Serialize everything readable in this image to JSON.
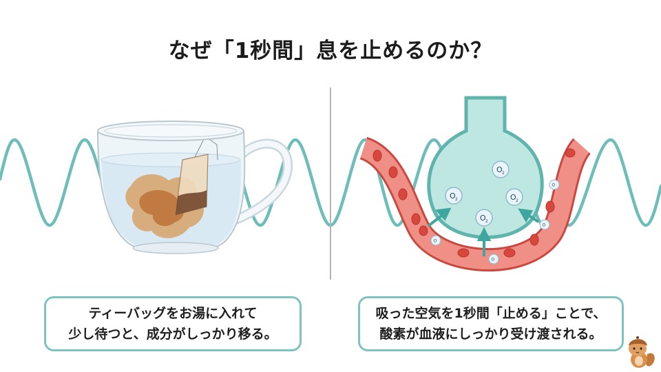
{
  "title": "なぜ「1秒間」息を止めるのか？",
  "colors": {
    "wave": "#6dbdb8",
    "divider": "#b5b5b5",
    "caption_border": "#7ec3c0",
    "alveolus_fill": "#bfe7e2",
    "alveolus_stroke": "#5fb5ad",
    "vessel": "#e0675f",
    "tea": "#c9813c"
  },
  "left_panel": {
    "illustration": "glass-teacup-with-teabag",
    "caption_lines": [
      "ティーバッグをお湯に入れて",
      "少し待つと、成分がしっかり移る。"
    ]
  },
  "right_panel": {
    "illustration": "alveolus-and-capillary",
    "molecule_label": "O₂",
    "molecule_sub": "2",
    "molecule_base": "O",
    "caption_lines": [
      "吸った空気を1秒間「止める」ことで、",
      "酸素が血液にしっかり受け渡される。"
    ]
  },
  "mascot": "acorn-squirrel-mascot"
}
